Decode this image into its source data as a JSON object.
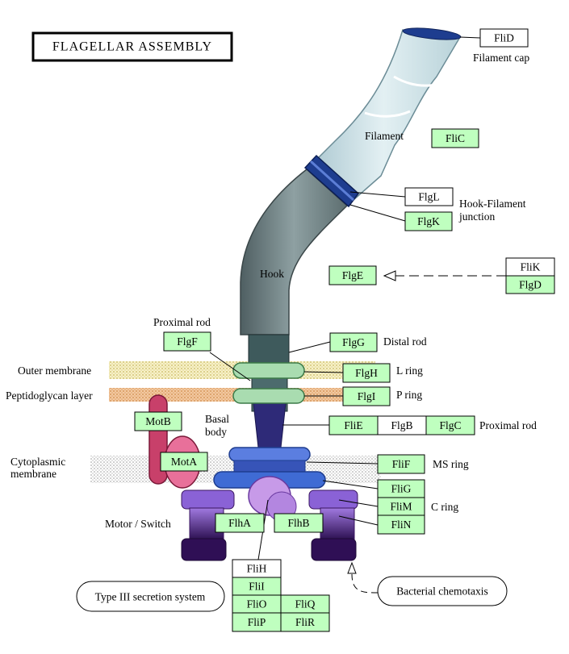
{
  "title": "FLAGELLAR ASSEMBLY",
  "colors": {
    "gene_box": "#bfffbf",
    "filament": "#cfe4ea",
    "hook": "#6f8284",
    "junction": "#1e3d8f",
    "l_p_rings": "#a9dcb0",
    "ms_c_ring": "#3f6bd4",
    "motor_violet": "#3a1560",
    "mot_pink": "#c8406a"
  },
  "labels": {
    "filament_cap": "Filament cap",
    "filament": "Filament",
    "hook_filament_junction_1": "Hook-Filament",
    "hook_filament_junction_2": "junction",
    "hook": "Hook",
    "proximal_rod_top": "Proximal rod",
    "distal_rod": "Distal rod",
    "outer_membrane": "Outer membrane",
    "l_ring": "L ring",
    "peptidoglycan_layer": "Peptidoglycan layer",
    "p_ring": "P ring",
    "basal_body_1": "Basal",
    "basal_body_2": "body",
    "proximal_rod_right": "Proximal rod",
    "cytoplasmic_membrane_1": "Cytoplasmic",
    "cytoplasmic_membrane_2": "membrane",
    "ms_ring": "MS ring",
    "c_ring": "C ring",
    "motor_switch": "Motor / Switch"
  },
  "pathway_links": {
    "type_iii": "Type III secretion system",
    "chemotaxis": "Bacterial chemotaxis"
  },
  "genes": {
    "FliD": "FliD",
    "FliC": "FliC",
    "FlgL": "FlgL",
    "FlgK": "FlgK",
    "FlgE": "FlgE",
    "FliK": "FliK",
    "FlgD": "FlgD",
    "FlgF": "FlgF",
    "FlgG": "FlgG",
    "FlgH": "FlgH",
    "FlgI": "FlgI",
    "MotB": "MotB",
    "MotA": "MotA",
    "FliE": "FliE",
    "FlgB": "FlgB",
    "FlgC": "FlgC",
    "FliF": "FliF",
    "FliG": "FliG",
    "FliM": "FliM",
    "FliN": "FliN",
    "FlhA": "FlhA",
    "FlhB": "FlhB",
    "FliH": "FliH",
    "FliI": "FliI",
    "FliO": "FliO",
    "FliQ": "FliQ",
    "FliP": "FliP",
    "FliR": "FliR"
  }
}
